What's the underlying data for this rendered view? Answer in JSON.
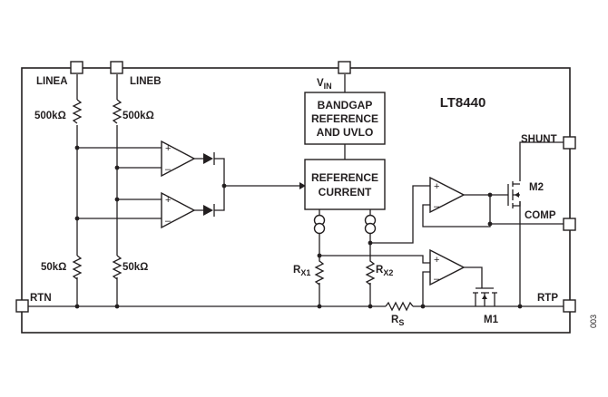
{
  "chip_name": "LT8440",
  "pins": {
    "linea": "LINEA",
    "lineb": "LINEB",
    "vin_main": "V",
    "vin_sub": "IN",
    "shunt": "SHUNT",
    "comp": "COMP",
    "rtn": "RTN",
    "rtp": "RTP"
  },
  "blocks": {
    "bandgap": [
      "BANDGAP",
      "REFERENCE",
      "AND UVLO"
    ],
    "reference_current": [
      "REFERENCE",
      "CURRENT"
    ]
  },
  "resistors": {
    "linea_top": "500kΩ",
    "lineb_top": "500kΩ",
    "linea_bottom": "50kΩ",
    "lineb_bottom": "50kΩ",
    "rx1_main": "R",
    "rx1_sub": "X1",
    "rx2_main": "R",
    "rx2_sub": "X2",
    "rs_main": "R",
    "rs_sub": "S"
  },
  "transistors": {
    "m1": "M1",
    "m2": "M2"
  },
  "amp_signs": {
    "plus": "+",
    "minus": "–"
  },
  "figure_number": "003"
}
